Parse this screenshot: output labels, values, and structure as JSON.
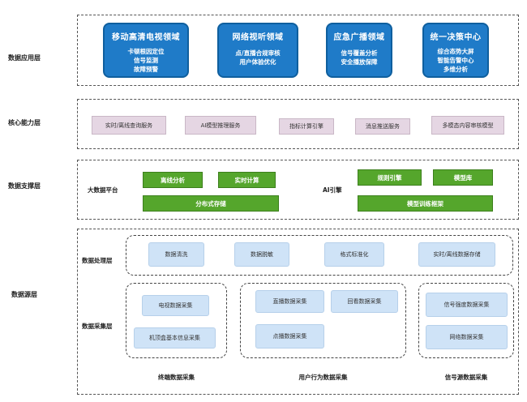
{
  "layers": {
    "application": "数据应用层",
    "core": "核心能力层",
    "support": "数据支撑层",
    "source": "数据源层"
  },
  "domains": [
    {
      "title": "移动高清电视领域",
      "lines": [
        "卡顿根因定位",
        "信号监测",
        "故障预警"
      ]
    },
    {
      "title": "网络视听领域",
      "lines": [
        "点/直播合规审核",
        "用户体验优化"
      ]
    },
    {
      "title": "应急广播领域",
      "lines": [
        "信号覆盖分析",
        "安全播放保障"
      ]
    },
    {
      "title": "统一决策中心",
      "lines": [
        "综合态势大屏",
        "智能告警中心",
        "多维分析"
      ]
    }
  ],
  "capabilities": [
    "实时/离线查询服务",
    "AI模型推理服务",
    "指标计算引擎",
    "消息推送服务",
    "多模态内容审核模型"
  ],
  "support": {
    "bigdata_label": "大数据平台",
    "bigdata_items": [
      "离线分析",
      "实时计算",
      "分布式存储"
    ],
    "ai_label": "AI引擎",
    "ai_items": [
      "规则引擎",
      "模型库",
      "模型训练框架"
    ]
  },
  "processing": {
    "label": "数据处理层",
    "items": [
      "数据清洗",
      "数据脱敏",
      "格式标准化",
      "实时/离线数据存储"
    ]
  },
  "collection": {
    "label": "数据采集层",
    "groups": [
      {
        "name": "终端数据采集",
        "items": [
          "电视数据采集",
          "机顶盒基本信息采集"
        ]
      },
      {
        "name": "用户行为数据采集",
        "items": [
          "直播数据采集",
          "回看数据采集",
          "点播数据采集"
        ]
      },
      {
        "name": "信号源数据采集",
        "items": [
          "信号强度数据采集",
          "网络数据采集"
        ]
      }
    ]
  }
}
